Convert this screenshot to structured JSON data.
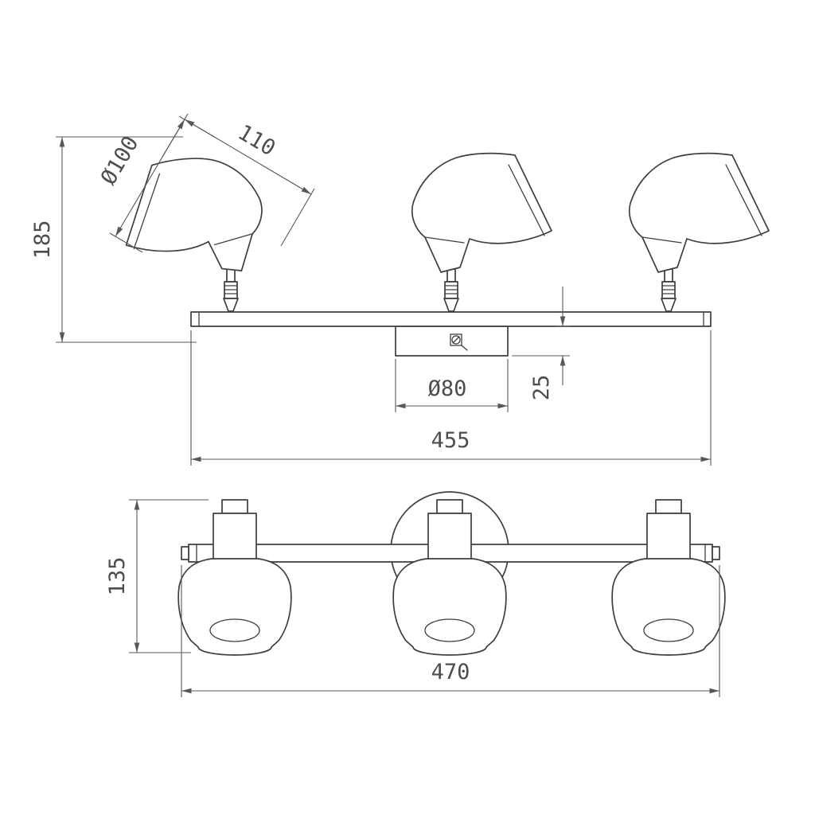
{
  "dimensions": {
    "side_view": {
      "overall_height": "185",
      "shade_length": "110",
      "shade_diameter": "Ø100",
      "canopy_diameter": "Ø80",
      "canopy_depth": "25",
      "bar_length": "455"
    },
    "front_view": {
      "overall_height": "135",
      "overall_width": "470"
    }
  },
  "colors": {
    "line": "#3e3e3e",
    "dimension_line": "#585858",
    "text": "#4d4d4d",
    "background": "#ffffff"
  }
}
